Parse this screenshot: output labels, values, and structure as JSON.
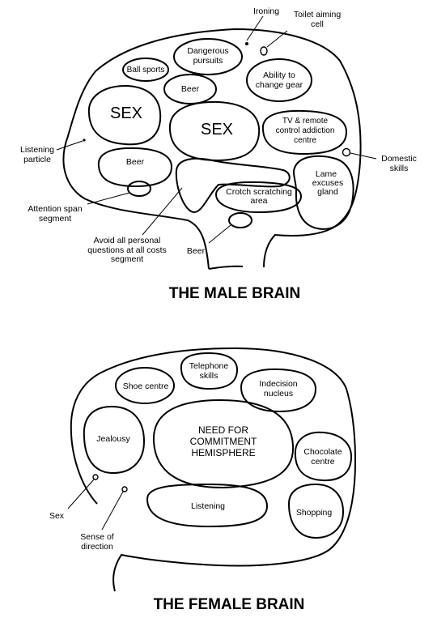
{
  "male": {
    "title": "THE MALE BRAIN",
    "regions": {
      "ironing": "Ironing",
      "toilet_aiming_1": "Toilet aiming",
      "toilet_aiming_2": "cell",
      "ball_sports": "Ball sports",
      "dangerous_1": "Dangerous",
      "dangerous_2": "pursuits",
      "change_gear_1": "Ability to",
      "change_gear_2": "change gear",
      "beer_top": "Beer",
      "sex_left": "SEX",
      "sex_center": "SEX",
      "tv_1": "TV & remote",
      "tv_2": "control addiction",
      "tv_3": "centre",
      "listening_1": "Listening",
      "listening_2": "particle",
      "beer_mid": "Beer",
      "domestic_1": "Domestic",
      "domestic_2": "skills",
      "lame_1": "Lame",
      "lame_2": "excuses",
      "lame_3": "gland",
      "crotch_1": "Crotch scratching",
      "crotch_2": "area",
      "attention_1": "Attention span",
      "attention_2": "segment",
      "avoid_1": "Avoid all personal",
      "avoid_2": "questions at all costs",
      "avoid_3": "segment",
      "beer_bottom": "Beer"
    }
  },
  "female": {
    "title": "THE FEMALE BRAIN",
    "regions": {
      "telephone_1": "Telephone",
      "telephone_2": "skills",
      "shoe": "Shoe centre",
      "indecision_1": "Indecision",
      "indecision_2": "nucleus",
      "jealousy": "Jealousy",
      "commitment_1": "NEED FOR",
      "commitment_2": "COMMITMENT",
      "commitment_3": "HEMISPHERE",
      "chocolate_1": "Chocolate",
      "chocolate_2": "centre",
      "listening": "Listening",
      "shopping": "Shopping",
      "sex": "Sex",
      "direction_1": "Sense of",
      "direction_2": "direction"
    }
  }
}
